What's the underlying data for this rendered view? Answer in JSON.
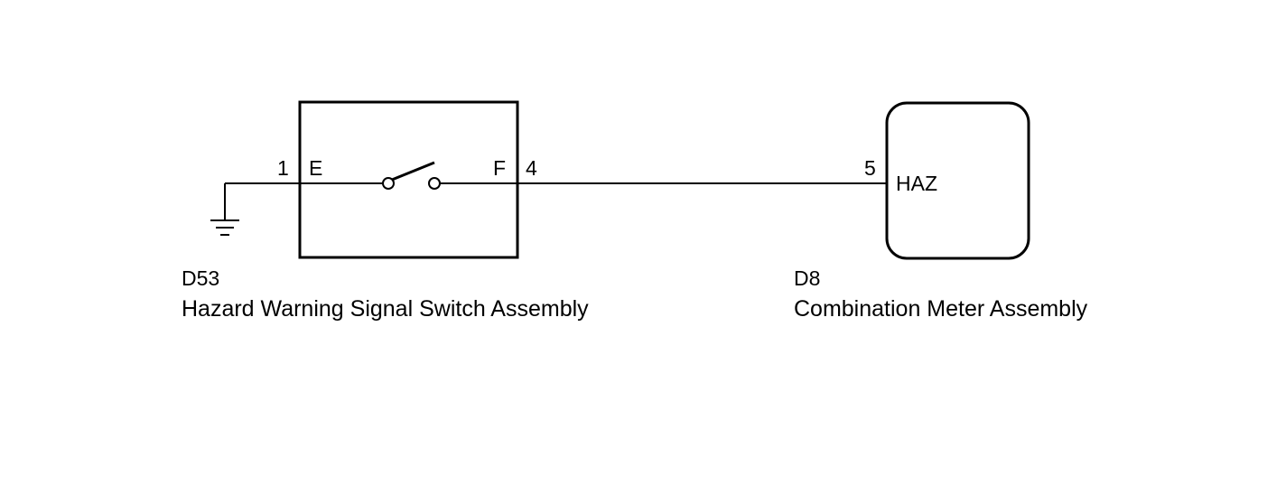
{
  "colors": {
    "line": "#000000",
    "background": "#ffffff"
  },
  "components": {
    "switch": {
      "code": "D53",
      "name": "Hazard Warning Signal Switch Assembly",
      "pin_left": "1",
      "pin_right": "4",
      "terminal_left": "E",
      "terminal_right": "F"
    },
    "meter": {
      "code": "D8",
      "name": "Combination Meter Assembly",
      "pin": "5",
      "terminal": "HAZ"
    }
  },
  "icons": {
    "ground": "ground-symbol-icon",
    "switch": "open-switch-icon"
  }
}
